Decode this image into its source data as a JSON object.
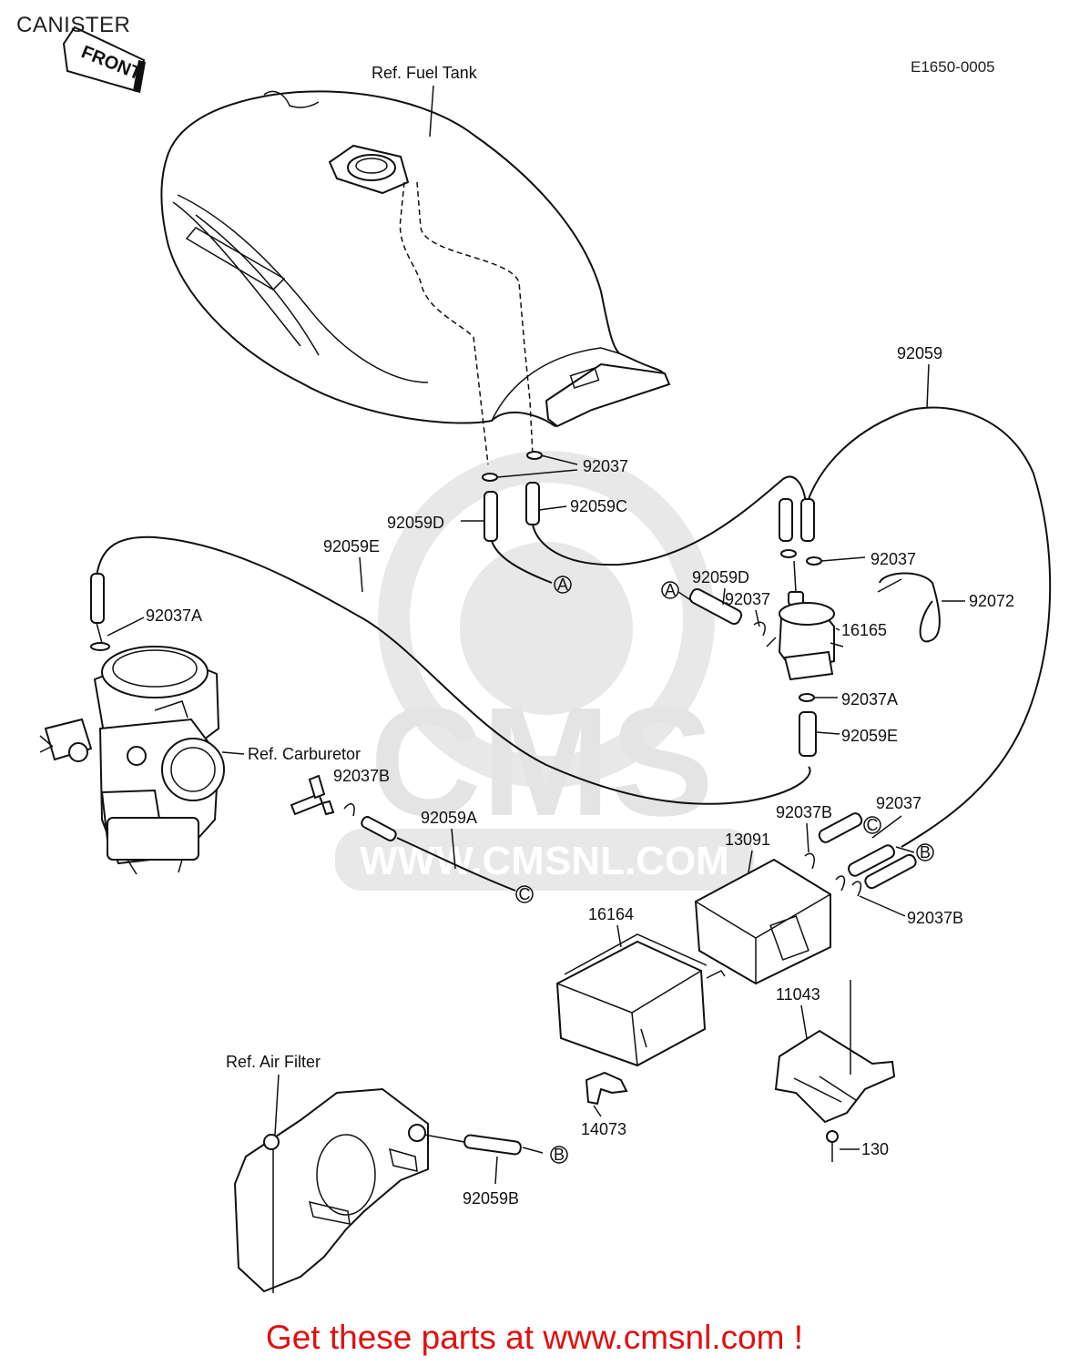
{
  "page_title": "CANISTER",
  "diagram_code": "E1650-0005",
  "front_label": "FRONT",
  "watermark": {
    "brand": "CMS",
    "url": "WWW.CMSNL.COM"
  },
  "refs": {
    "fuel_tank": "Ref. Fuel Tank",
    "carburetor": "Ref. Carburetor",
    "air_filter": "Ref. Air Filter"
  },
  "part_labels": {
    "p92059_top": "92059",
    "p92037_a": "92037",
    "p92059C": "92059C",
    "p92059D_a": "92059D",
    "p92059E_a": "92059E",
    "p92037A_a": "92037A",
    "p92037_b": "92037",
    "p92072": "92072",
    "p92059D_b": "92059D",
    "p92037_c": "92037",
    "p16165": "16165",
    "p92037A_b": "92037A",
    "p92059E_b": "92059E",
    "p92037B_a": "92037B",
    "p92059A": "92059A",
    "p92037B_b": "92037B",
    "p92037_d": "92037",
    "p13091": "13091",
    "p92037B_c": "92037B",
    "p16164": "16164",
    "p11043": "11043",
    "p14073": "14073",
    "p130": "130",
    "p92059B": "92059B"
  },
  "connectors": {
    "a": "A",
    "b": "B",
    "c": "C"
  },
  "footer": "Get these parts at www.cmsnl.com !"
}
